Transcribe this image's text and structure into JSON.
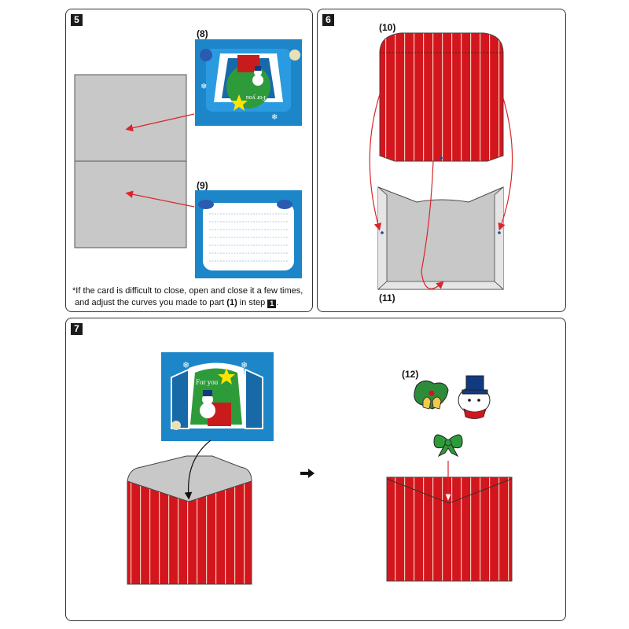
{
  "steps": {
    "s5": {
      "number": "5"
    },
    "s6": {
      "number": "6"
    },
    "s7": {
      "number": "7"
    }
  },
  "parts": {
    "p8": "(8)",
    "p9": "(9)",
    "p10": "(10)",
    "p11": "(11)",
    "p12": "(12)"
  },
  "note": {
    "line1": "*If the card is difficult to close, open and close it a few times,",
    "line2_a": "and adjust the curves you made to part ",
    "line2_part": "(1)",
    "line2_b": " in step ",
    "line2_step": "1",
    "line2_end": "."
  },
  "card_text": "For you",
  "colors": {
    "card_blue": "#1c86c8",
    "card_green": "#2e9b3a",
    "envelope_red": "#d3161d",
    "envelope_stripe": "#f4c9b8",
    "gray_paper": "#c8c8c8",
    "arrow_red": "#d8262b"
  },
  "icons": [
    "snowman-icon",
    "bell-icon",
    "bow-icon",
    "snowflake-icon",
    "arrow-right-icon"
  ]
}
